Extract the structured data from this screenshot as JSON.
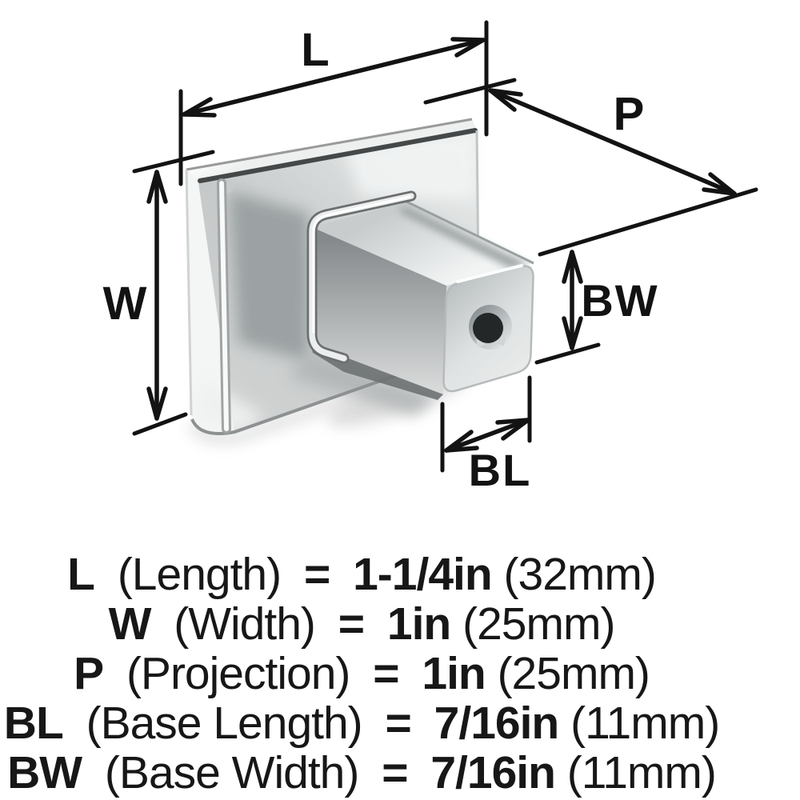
{
  "diagram": {
    "dims": {
      "L": "L",
      "P": "P",
      "W": "W",
      "BW": "BW",
      "BL": "BL"
    }
  },
  "specs": [
    {
      "code": "L",
      "name": "(Length)",
      "eq": "=",
      "value": "1-1/4in",
      "metric": "(32mm)"
    },
    {
      "code": "W",
      "name": "(Width)",
      "eq": "=",
      "value": "1in",
      "metric": "(25mm)"
    },
    {
      "code": "P",
      "name": "(Projection)",
      "eq": "=",
      "value": "1in",
      "metric": "(25mm)"
    },
    {
      "code": "BL",
      "name": "(Base Length)",
      "eq": "=",
      "value": "7/16in",
      "metric": "(11mm)"
    },
    {
      "code": "BW",
      "name": "(Base Width)",
      "eq": "=",
      "value": "7/16in",
      "metric": "(11mm)"
    }
  ],
  "colors": {
    "background": "#ffffff",
    "dimension_lines": "#131313",
    "text": "#171717",
    "chrome_light": "#f5f6f6",
    "chrome_mid": "#c6c9c9",
    "chrome_dark": "#8e9294",
    "hole_dark": "#242728"
  }
}
